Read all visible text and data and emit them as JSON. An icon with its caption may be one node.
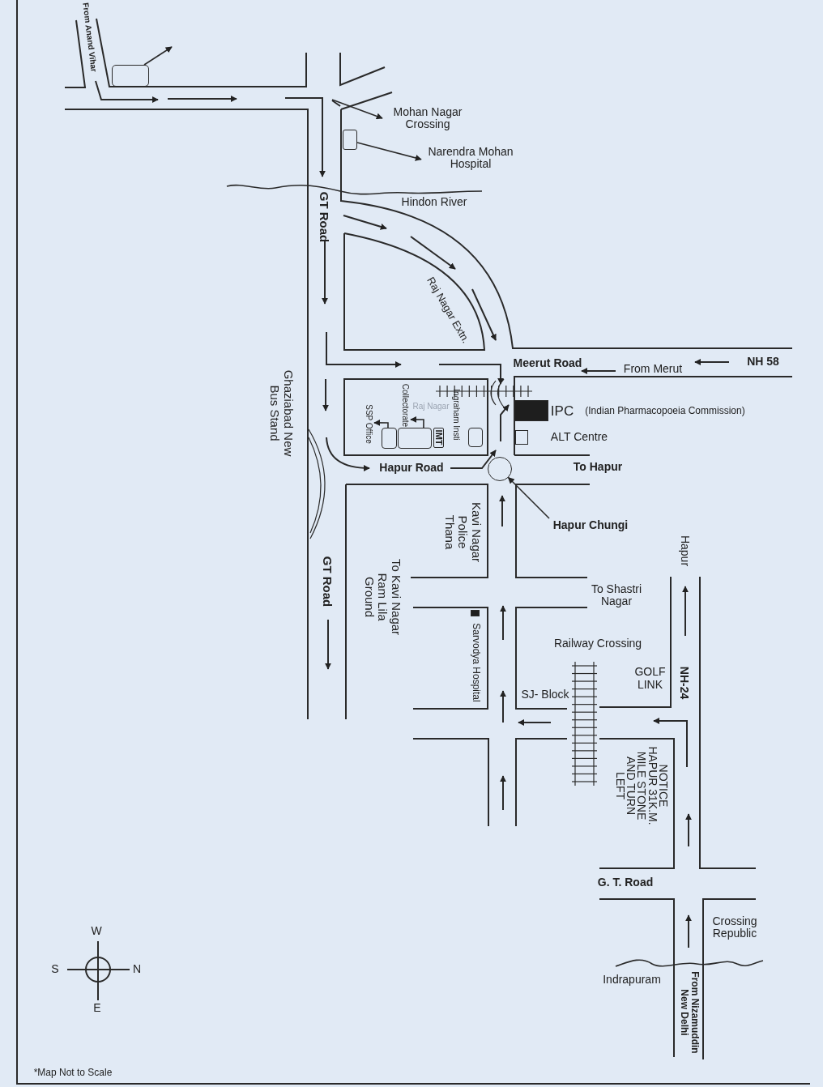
{
  "diagram": {
    "nodes": [
      {
        "text": [],
        "shape": "box"
      },
      {
        "text": [
          "Mohan Nagar Crossing"
        ]
      },
      {
        "text": [],
        "shape": "box"
      },
      {
        "text": [
          "Narendra Mohan Hospital"
        ]
      },
      {
        "text": [],
        "shape": "box"
      },
      {
        "text": [],
        "shape": "box"
      },
      {
        "text": [
          "IMT"
        ]
      },
      {
        "text": [],
        "shape": "box",
        "beside": [
          "Ingraham Insti"
        ]
      },
      {
        "text": [
          "SSP Office"
        ]
      },
      {
        "text": [
          "Collectorate"
        ]
      },
      {
        "text": [
          "Hapur Chungi"
        ]
      },
      {
        "text": [],
        "shape": "circle"
      },
      {
        "text": [],
        "shape": "box",
        "beside": [
          "IPC",
          "(Indian Pharmacopoeia Commission)"
        ]
      },
      {
        "text": [],
        "shape": "box"
      },
      {
        "text": [
          "GOLF LINK"
        ]
      },
      {
        "text": [],
        "shape": "bar",
        "beside": [
          "Sarvodya Hospital"
        ]
      }
    ],
    "edges": [
      {
        "from": 0,
        "to": null,
        "arrow": "to"
      },
      {
        "from": null,
        "to": 1,
        "arrow": "to"
      },
      {
        "from": 2,
        "to": 3,
        "arrow": "to"
      },
      {
        "from": 4,
        "to": 8,
        "arrow": "to"
      },
      {
        "from": 5,
        "to": 9,
        "arrow": "to"
      },
      {
        "from": 10,
        "to": 11,
        "arrow": "to"
      }
    ],
    "labels": [
      "ALT Centre",
      "From Anand Vihar",
      "Hindon River",
      "GT Road",
      "Raj Nagar Extn.",
      "Meerut Road",
      "From Merut",
      "NH 58",
      "Raj Nagar",
      "Ghaziabad New Bus Stand",
      "Hapur Road",
      "To Hapur",
      "Kavi Nagar Police Thana",
      "To Kavi Nagar Ram Lila Ground",
      "GT Road",
      "Hapur",
      "To Shastri Nagar",
      "Railway Crossing",
      "NH-24",
      "SJ- Block",
      "NOTICE HAPUR 31K.M. MILE STONE AND TURN LEFT",
      "G. T. Road",
      "Crossing Republic",
      "Indrapuram",
      "From Nizamuddin New Delhi",
      "W",
      "S",
      "N",
      "E",
      "*Map Not to Scale"
    ]
  }
}
